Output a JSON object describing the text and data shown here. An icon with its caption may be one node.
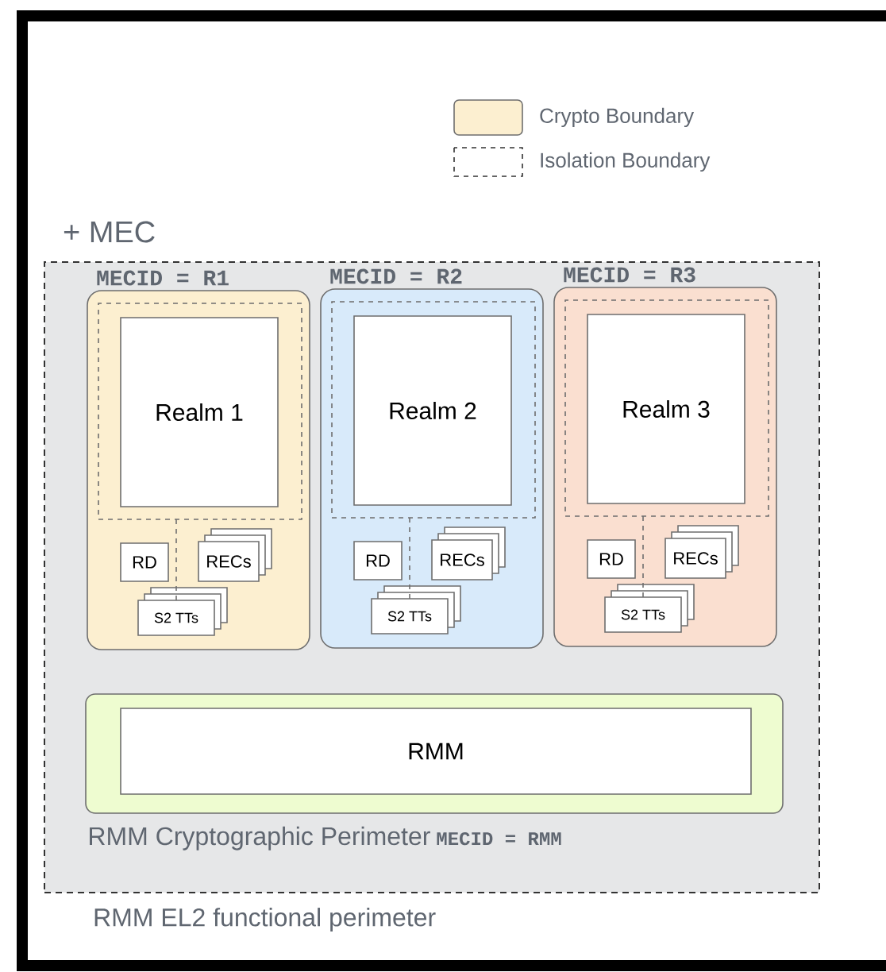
{
  "diagram": {
    "nodes": [
      {
        "text": [
          "RMM EL2 functional perimeter"
        ]
      },
      {
        "text": [
          "MECID = R1"
        ],
        "in": 0
      },
      {
        "text": [],
        "shape": "box",
        "in": 1
      },
      {
        "text": [
          "Realm 1"
        ],
        "in": 2
      },
      {
        "text": [
          "RD"
        ],
        "in": 1
      },
      {
        "text": [
          "RECs"
        ],
        "in": 1
      },
      {
        "text": [
          "S2 TTs"
        ],
        "in": 1
      },
      {
        "text": [
          "MECID = R2"
        ],
        "in": 0
      },
      {
        "text": [],
        "shape": "box",
        "in": 7
      },
      {
        "text": [
          "Realm 2"
        ],
        "in": 8
      },
      {
        "text": [
          "RD"
        ],
        "in": 7
      },
      {
        "text": [
          "RECs"
        ],
        "in": 7
      },
      {
        "text": [
          "S2 TTs"
        ],
        "in": 7
      },
      {
        "text": [
          "MECID = R3"
        ],
        "in": 0
      },
      {
        "text": [],
        "shape": "box",
        "in": 13
      },
      {
        "text": [
          "Realm 3"
        ],
        "in": 14
      },
      {
        "text": [
          "RD"
        ],
        "in": 13
      },
      {
        "text": [
          "RECs"
        ],
        "in": 13
      },
      {
        "text": [
          "S2 TTs"
        ],
        "in": 13
      },
      {
        "text": [
          "RMM Cryptographic Perimeter",
          "MECID = RMM"
        ],
        "in": 0
      },
      {
        "text": [
          "RMM"
        ],
        "in": 19
      }
    ],
    "edges": [
      {
        "from": 2,
        "to": 6,
        "arrow": "none",
        "style": "dashed"
      },
      {
        "from": 8,
        "to": 12,
        "arrow": "none",
        "style": "dashed"
      },
      {
        "from": 14,
        "to": 18,
        "arrow": "none",
        "style": "dashed"
      }
    ],
    "labels": [
      "+ MEC"
    ],
    "legend": [
      {
        "text": "Crypto Boundary",
        "color": "#fcefd0"
      },
      {
        "text": "Isolation Boundary"
      }
    ]
  }
}
